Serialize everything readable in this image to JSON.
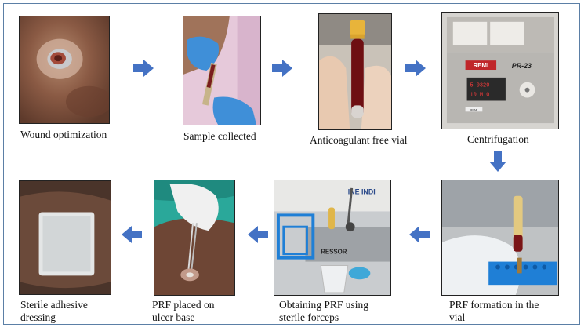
{
  "steps": [
    {
      "id": "wound",
      "label": "Wound optimization"
    },
    {
      "id": "sample",
      "label": "Sample collected"
    },
    {
      "id": "vial",
      "label": "Anticoagulant free vial"
    },
    {
      "id": "centrifuge",
      "label": "Centrifugation"
    },
    {
      "id": "prf-formation",
      "label_line1": "PRF formation in the",
      "label_line2": "vial"
    },
    {
      "id": "obtaining",
      "label_line1": "Obtaining PRF using",
      "label_line2": "sterile forceps"
    },
    {
      "id": "placed",
      "label_line1": "PRF placed on",
      "label_line2": "ulcer base"
    },
    {
      "id": "dressing",
      "label_line1": "Sterile adhesive",
      "label_line2": "dressing"
    }
  ],
  "device_text": {
    "brand": "REMI",
    "model": "PR-23",
    "display_speed": "5 0320",
    "display_time": "10 M 0",
    "plate": "REMI"
  },
  "photo_text": {
    "obtaining_banner": "INE INDI",
    "obtaining_device": "RESSOR"
  },
  "colors": {
    "arrow": "#4472c4",
    "frame": "#5b7fa6"
  }
}
